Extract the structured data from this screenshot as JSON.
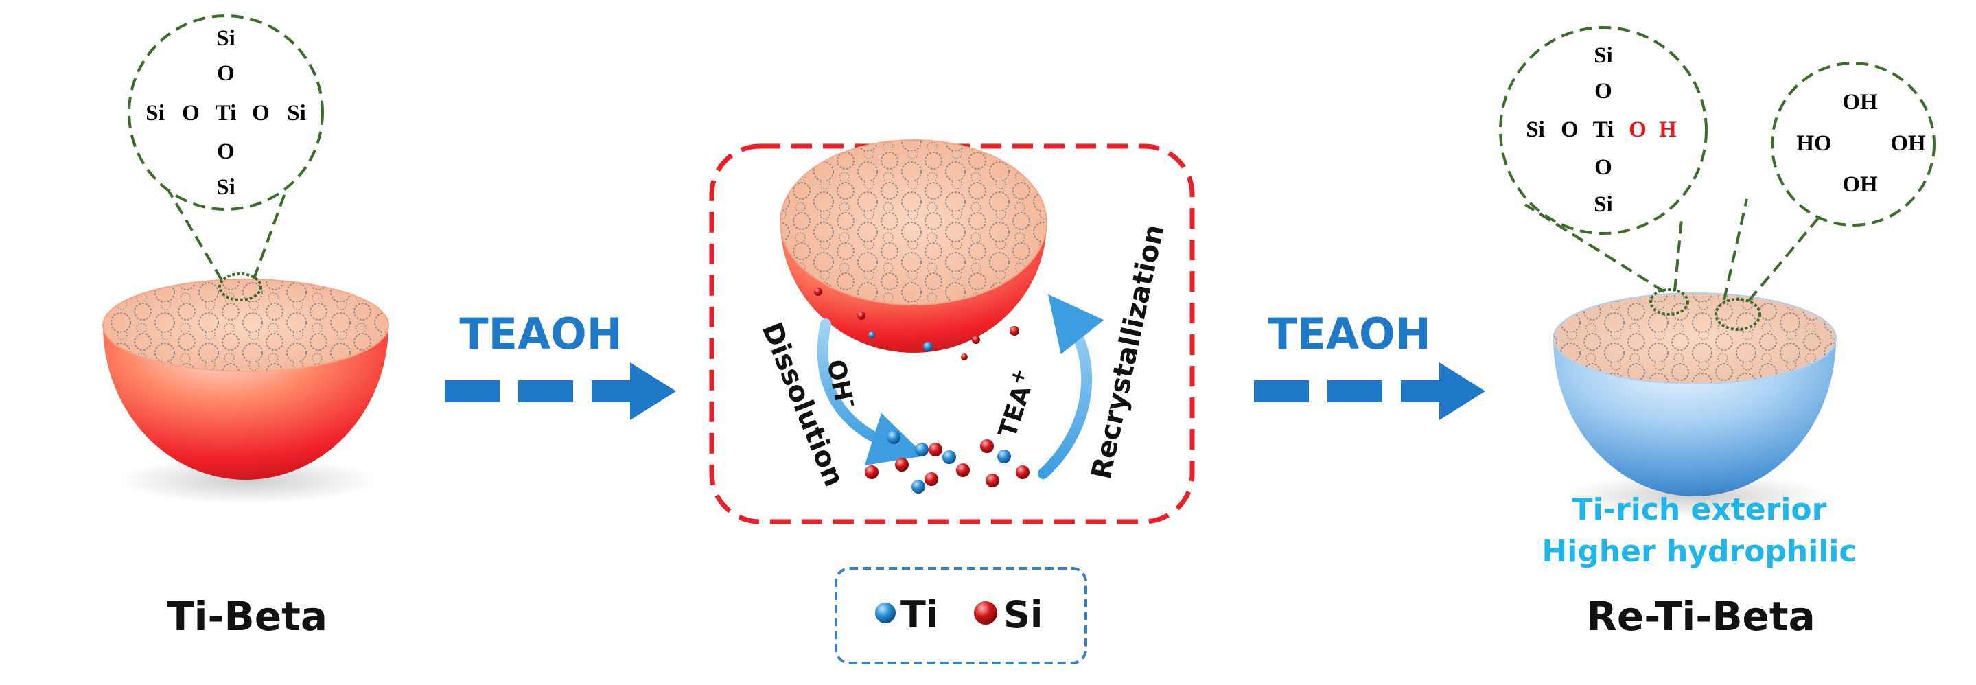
{
  "labels": {
    "ti_beta": "Ti-Beta",
    "re_ti_beta": "Re-Ti-Beta",
    "teaoh_left": "TEAOH",
    "teaoh_right": "TEAOH",
    "dissolution": "Dissolution",
    "recrystallization": "Recrystallization",
    "oh_ion": "OH",
    "oh_charge": "-",
    "tea_ion": "TEA",
    "tea_charge": "+",
    "exterior_line1": "Ti-rich exterior",
    "exterior_line2": "Higher hydrophilic"
  },
  "legend": {
    "ti_label": "Ti",
    "si_label": "Si"
  },
  "zoom_left": {
    "top_si": "Si",
    "top_o": "O",
    "left_si": "Si",
    "left_o": "O",
    "ti": "Ti",
    "right_o": "O",
    "right_si": "Si",
    "bottom_o": "O",
    "bottom_si": "Si"
  },
  "zoom_right_a": {
    "top_si": "Si",
    "top_o": "O",
    "left_si": "Si",
    "left_o": "O",
    "ti": "Ti",
    "oh_o": "O",
    "oh_h": "H",
    "bottom_o": "O",
    "bottom_si": "Si"
  },
  "zoom_right_b": {
    "top_oh": "OH",
    "left_ho": "HO",
    "right_oh": "OH",
    "bottom_oh": "OH"
  },
  "colors": {
    "arrow_blue": "#1f78c8",
    "box_red": "#e8202a",
    "legend_blue": "#3a7fc4",
    "zoom_green": "#3f6a2e",
    "hydroxyl_red": "#e21a1a",
    "cyan_text": "#20b5ea",
    "ti_ball": "#2a8fd6",
    "si_ball": "#d4151b"
  }
}
